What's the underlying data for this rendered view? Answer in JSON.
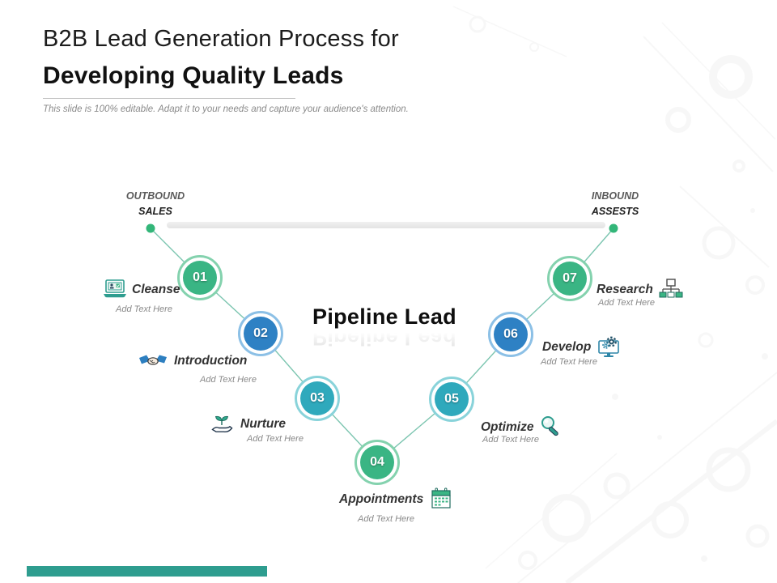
{
  "slide": {
    "title_line1": "B2B Lead Generation Process for",
    "title_line2": "Developing Quality Leads",
    "subtitle": "This slide is 100% editable. Adapt it to your needs and capture your audience's attention.",
    "center_label": "Pipeline Lead",
    "left_endpoint": {
      "line1": "OUTBOUND",
      "line2": "SALES"
    },
    "right_endpoint": {
      "line1": "INBOUND",
      "line2": "ASSESTS"
    },
    "add_text_placeholder": "Add Text Here",
    "steps": [
      {
        "number": "01",
        "label": "Cleanse",
        "icon": "laptop-id-icon",
        "color": "green"
      },
      {
        "number": "02",
        "label": "Introduction",
        "icon": "handshake-icon",
        "color": "blue"
      },
      {
        "number": "03",
        "label": "Nurture",
        "icon": "hand-plant-icon",
        "color": "teal"
      },
      {
        "number": "04",
        "label": "Appointments",
        "icon": "calendar-icon",
        "color": "green"
      },
      {
        "number": "05",
        "label": "Optimize",
        "icon": "magnifier-icon",
        "color": "teal"
      },
      {
        "number": "06",
        "label": "Develop",
        "icon": "monitor-gears-icon",
        "color": "blue"
      },
      {
        "number": "07",
        "label": "Research",
        "icon": "sitemap-icon",
        "color": "green"
      }
    ],
    "colors": {
      "green": "#3ab584",
      "blue": "#2e81c4",
      "teal": "#2fa9bc",
      "accent_bar": "#2e9d8f",
      "connector": "#7cc5b0",
      "timeline_dot": "#33b679"
    }
  }
}
